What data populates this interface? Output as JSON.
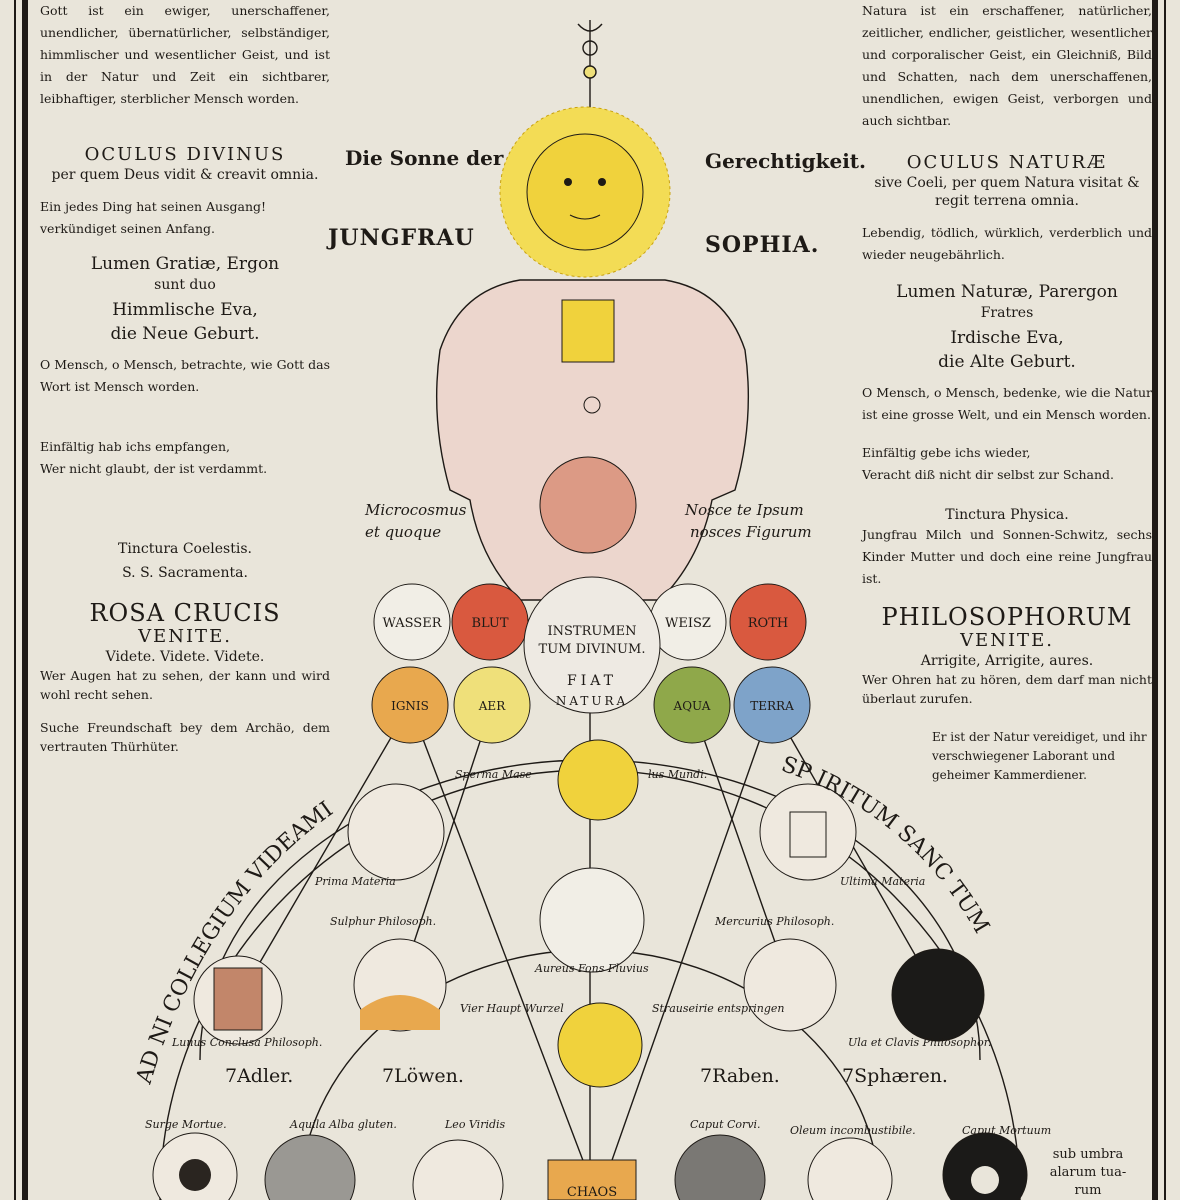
{
  "left": {
    "intro": "Gott ist ein ewiger, unerschaffener, unendlicher, übernatürlicher, selbständiger, himmlischer und wesentlicher Geist, und ist in der Natur und Zeit ein sichtbarer, leibhaftiger, sterblicher Mensch worden.",
    "oculus_title": "OCULUS DIVINUS",
    "oculus_sub": "per quem Deus vidit & creavit omnia.",
    "ding": "Ein jedes Ding hat seinen Ausgang! verkündiget seinen Anfang.",
    "lumen": "Lumen Gratiæ, Ergon",
    "lumen_sub": "sunt duo",
    "eva": "Himmlische Eva,",
    "geburt": "die Neue Geburt.",
    "mensch": "O Mensch, o Mensch, betrachte, wie Gott das Wort ist Mensch worden.",
    "einfaeltig1": "Einfältig hab ichs empfangen,",
    "einfaeltig2": "Wer nicht glaubt, der ist verdammt.",
    "tinctura": "Tinctura Coelestis.",
    "tinctura_sub": "S. S. Sacramenta.",
    "rosa": "ROSA CRUCIS",
    "venite": "VENITE.",
    "videte": "Videte. Videte. Videte.",
    "augen": "Wer Augen hat zu sehen, der kann und wird wohl recht sehen.",
    "suche": "Suche Freundschaft bey dem Archäo, dem vertrauten Thürhüter."
  },
  "right": {
    "intro": "Natura ist ein erschaffener, natürlicher, zeitlicher, endlicher, geistlicher, wesentlicher und corporalischer Geist, ein Gleichniß, Bild und Schatten, nach dem unerschaffenen, unendlichen, ewigen Geist, verborgen und auch sichtbar.",
    "oculus_title": "OCULUS NATURÆ",
    "oculus_sub": "sive Coeli, per quem Natura visitat & regit terrena omnia.",
    "lebendig": "Lebendig, tödlich, würklich, verderblich und wieder neugebährlich.",
    "lumen": "Lumen Naturæ, Parergon",
    "lumen_sub": "Fratres",
    "eva": "Irdische Eva,",
    "geburt": "die Alte Geburt.",
    "mensch": "O Mensch, o Mensch, bedenke, wie die Natur ist eine grosse Welt, und ein Mensch worden.",
    "einfaeltig1": "Einfältig gebe ichs wieder,",
    "einfaeltig2": "Veracht diß nicht dir selbst zur Schand.",
    "tinctura": "Tinctura Physica.",
    "jungfrau": "Jungfrau Milch und Sonnen-Schwitz, sechs Kinder Mutter und doch eine reine Jungfrau ist.",
    "philo": "PHILOSOPHORUM",
    "venite": "VENITE.",
    "arrigite": "Arrigite, Arrigite, aures.",
    "ohren": "Wer Ohren hat zu hören, dem darf man nicht überlaut zurufen.",
    "natur": "Er ist der Natur vereidiget, und ihr verschwiegener Laborant und geheimer Kammerdiener.",
    "umbra": [
      "sub umbra",
      "alarum tua-",
      "rum"
    ]
  },
  "center": {
    "sonne_left": "Die Sonne der",
    "sonne_right": "Gerechtigkeit.",
    "jungfrau": "JUNGFRAU",
    "sophia": "SOPHIA.",
    "microcosmus": "Microcosmus",
    "et_quoque": "et quoque",
    "nosce": "Nosce te Ipsum",
    "figurum": "nosces Figurum",
    "circles_top": [
      "WASSER",
      "BLUT",
      "WEISZ",
      "ROTH"
    ],
    "instrumentum": [
      "INSTRUMEN",
      "TUM DIVINUM."
    ],
    "fiat": "FIAT",
    "natura": "NATURA",
    "circles_elements": [
      "IGNIS",
      "AER",
      "AQUA",
      "TERRA"
    ],
    "arc_left": "AD NI COLLEGIUM VIDEAMI",
    "arc_right": "SP IRITUM SANC TUM",
    "counts": [
      "7Adler.",
      "7Löwen.",
      "7Raben.",
      "7Sphæren."
    ],
    "labels": [
      "Sperma Mase",
      "lus Mundi.",
      "Prima Materia",
      "Ultima Materia",
      "Sulphur Philosoph.",
      "Mercurius Philosoph.",
      "Lunus Conclusa Philosoph.",
      "Ula et Clavis Philosophor.",
      "Aureus Fons Fluvius",
      "Vier Haupt Wurzel",
      "Strauseirie entspringen",
      "Surge Mortue.",
      "Aquila Alba gluten.",
      "Leo Viridis",
      "Caput Corvi.",
      "Oleum incombustibile.",
      "Caput Mortuum",
      "CHAOS"
    ],
    "colors": {
      "red": "#d9593f",
      "yellow": "#efe07a",
      "orange": "#e8a84e",
      "green": "#8fa84a",
      "blue": "#7ea3c9",
      "sun": "#f0d23c",
      "flesh": "#ecd6cd",
      "black": "#1b1a18"
    }
  }
}
